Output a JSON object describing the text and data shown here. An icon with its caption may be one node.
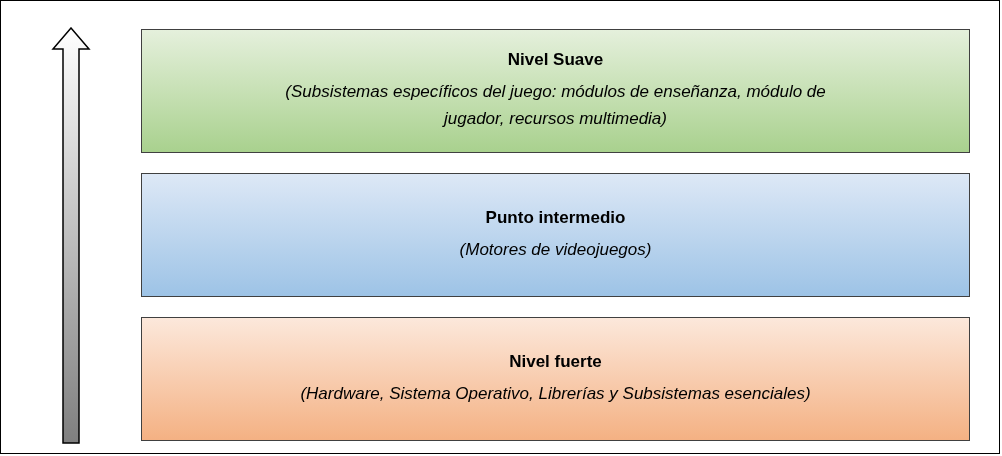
{
  "diagram": {
    "nodes": [
      {
        "text": [
          "Nivel Suave",
          "(Subsistemas específicos del juego: módulos de enseñanza, módulo de jugador, recursos multimedia)"
        ]
      },
      {
        "text": [
          "Punto intermedio",
          "(Motores de videojuegos)"
        ]
      },
      {
        "text": [
          "Nivel fuerte",
          "(Hardware, Sistema Operativo, Librerías y Subsistemas esenciales)"
        ]
      }
    ]
  }
}
